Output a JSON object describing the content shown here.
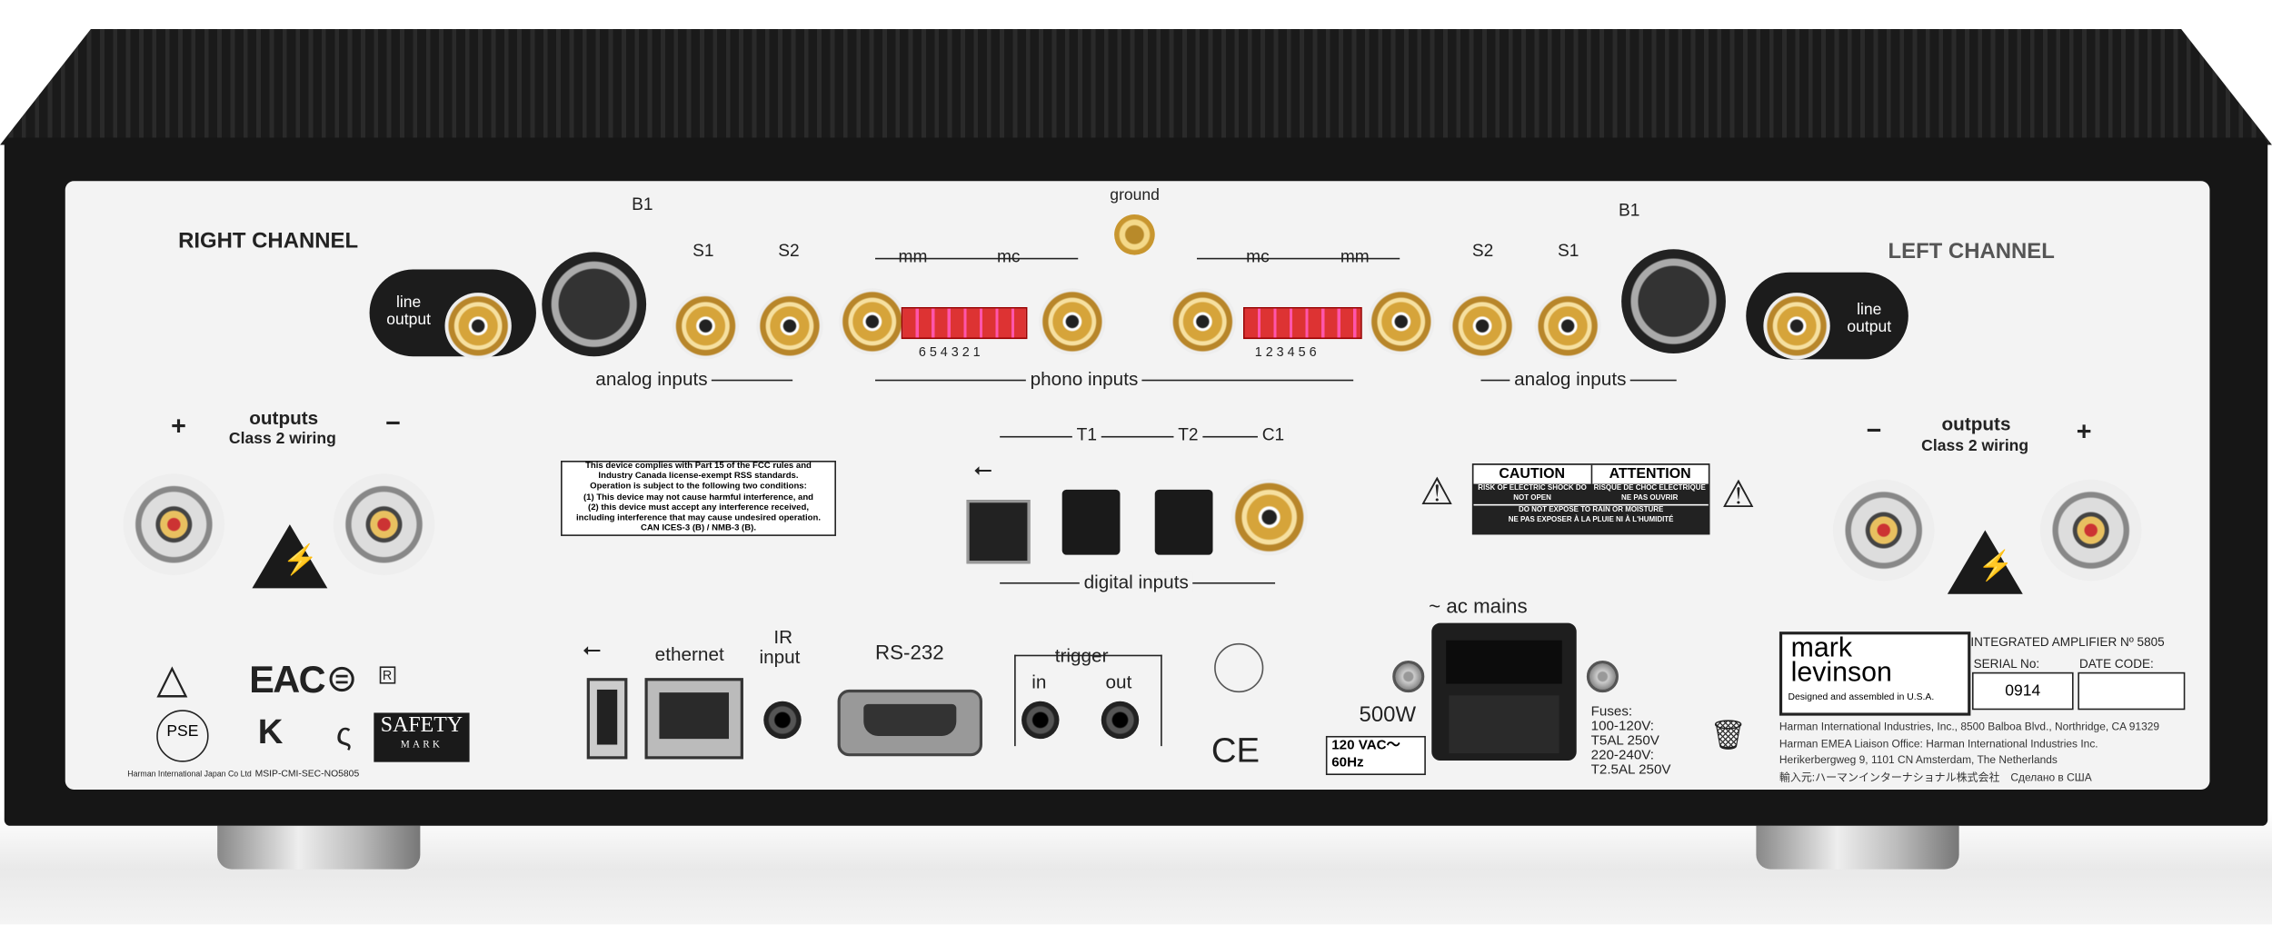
{
  "right_channel": {
    "title": "RIGHT CHANNEL",
    "line_output": "line output",
    "b1": "B1",
    "s1": "S1",
    "s2": "S2",
    "mm": "mm",
    "mc": "mc",
    "analog_inputs": "analog inputs",
    "dip_numbers": "6 5 4 3 2 1"
  },
  "left_channel": {
    "title": "LEFT CHANNEL",
    "line_output": "line output",
    "b1": "B1",
    "s1": "S1",
    "s2": "S2",
    "mm": "mm",
    "mc": "mc",
    "analog_inputs": "analog inputs",
    "dip_numbers": "1 2 3 4 5 6"
  },
  "ground": "ground",
  "phono_inputs": "phono inputs",
  "outputs": {
    "label": "outputs",
    "wiring": "Class 2 wiring",
    "plus": "+",
    "minus": "−"
  },
  "fcc_notice": [
    "This device complies with Part 15 of the FCC rules and",
    "Industry Canada license-exempt RSS standards.",
    "Operation is subject to the following two conditions:",
    "(1) This device may not cause harmful interference, and",
    "(2) this device must accept any interference received,",
    "including interference that may cause undesired operation.",
    "CAN ICES-3 (B) / NMB-3 (B)."
  ],
  "digital": {
    "t1": "T1",
    "t2": "T2",
    "c1": "C1",
    "label": "digital inputs"
  },
  "caution": {
    "en": "CAUTION",
    "fr": "ATTENTION",
    "en_sub": "RISK OF ELECTRIC SHOCK DO NOT OPEN",
    "fr_sub": "RISQUE DE CHOC ELECTRIQUE NE PAS OUVRIR",
    "moist_en": "DO NOT EXPOSE TO RAIN OR MOISTURE",
    "moist_fr": "NE PAS EXPOSER À LA PLUIE NI À L'HUMIDITÉ"
  },
  "power": {
    "label": "~ ac mains",
    "watts": "500W",
    "voltage": "120 VAC～",
    "freq": "60Hz",
    "fuses": [
      "Fuses:",
      "100-120V:",
      "T5AL 250V",
      "220-240V:",
      "T2.5AL 250V"
    ]
  },
  "nameplate": {
    "brand_line1": "mark",
    "brand_line2": "levinson",
    "tagline": "Designed and assembled in U.S.A.",
    "model": "INTEGRATED AMPLIFIER Nº 5805",
    "serial_label": "SERIAL No:",
    "serial": "0914",
    "date_label": "DATE CODE:",
    "date": ""
  },
  "addresses": [
    "Harman International Industries, Inc., 8500 Balboa Blvd., Northridge, CA 91329",
    "Harman EMEA Liaison Office: Harman International Industries Inc.",
    "Herikerbergweg 9, 1101 CN Amsterdam, The Netherlands",
    "輸入元:ハーマンインターナショナル株式会社　Сделано в США"
  ],
  "connections": {
    "ethernet": "ethernet",
    "ir": "IR",
    "ir2": "input",
    "rs232": "RS-232",
    "trigger": "trigger",
    "in": "in",
    "out": "out"
  },
  "certs": {
    "eac": "EAC",
    "pse": "PSE",
    "safety": "SAFETY",
    "mark": "MARK",
    "japan": "Harman International Japan Co Ltd",
    "msip": "MSIP-CMI-SEC-NO5805",
    "ce": "CE",
    "r": "R"
  }
}
